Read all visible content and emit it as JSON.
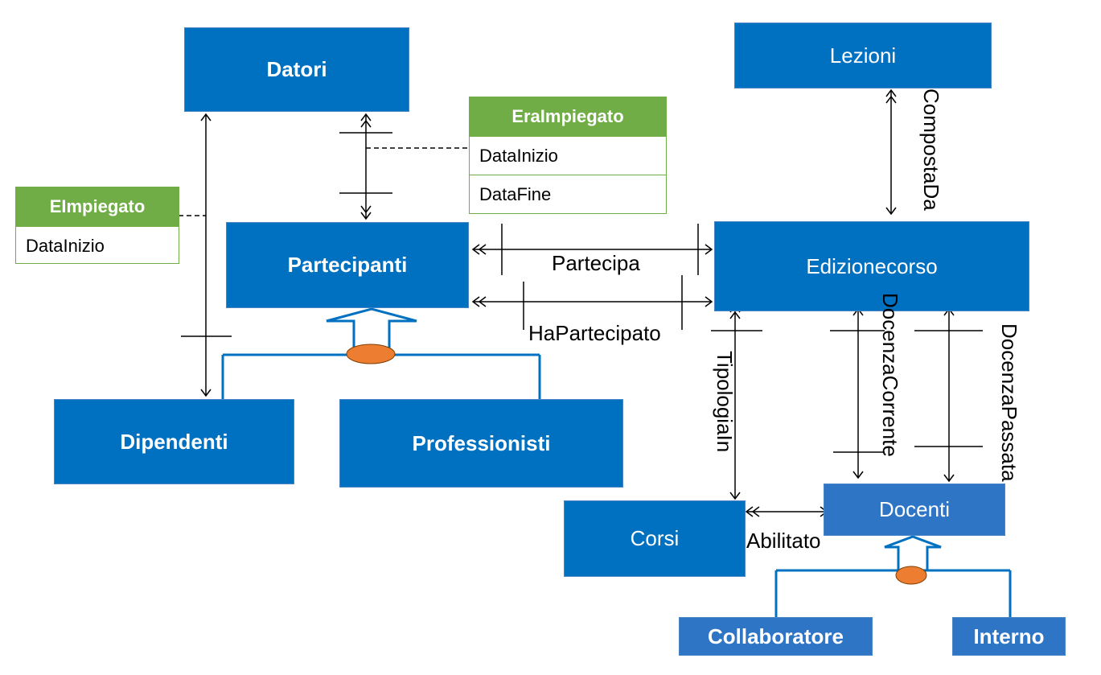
{
  "entities": {
    "datori": "Datori",
    "partecipanti": "Partecipanti",
    "dipendenti": "Dipendenti",
    "professionisti": "Professionisti",
    "lezioni": "Lezioni",
    "edizionecorso": "Edizionecorso",
    "corsi": "Corsi",
    "docenti": "Docenti",
    "collaboratore": "Collaboratore",
    "interno": "Interno"
  },
  "attribute_boxes": {
    "era_impiegato": {
      "title": "EraImpiegato",
      "fields": [
        "DataInizio",
        "DataFine"
      ]
    },
    "e_impiegato": {
      "title": "EImpiegato",
      "fields": [
        "DataInizio"
      ]
    }
  },
  "relationships": {
    "partecipa": "Partecipa",
    "ha_partecipato": "HaPartecipato",
    "composta_da": "CompostaDa",
    "tipologia_in": "TipologiaIn",
    "docenza_corrente": "DocenzaCorrente",
    "docenza_passata": "DocenzaPassata",
    "abilitato": "Abilitato"
  },
  "colors": {
    "entity_fill": "#0070c0",
    "attribute_header": "#70ad47",
    "generalization_dot": "#ed7d31",
    "connector": "#000000"
  }
}
